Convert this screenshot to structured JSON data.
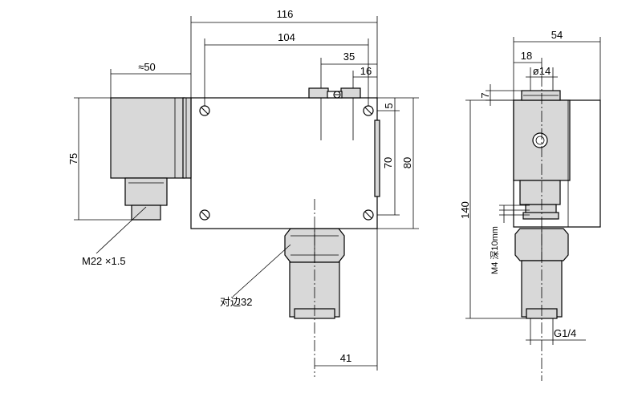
{
  "front_view": {
    "dims": {
      "width_overall": "116",
      "screw_spacing": "104",
      "offset_35": "35",
      "offset_16": "16",
      "top_5": "5",
      "height_70": "70",
      "height_80": "80",
      "connector_width": "≈50",
      "connector_height": "75",
      "bottom_41": "41"
    },
    "callouts": {
      "cable_thread": "M22 ×1.5",
      "hex_size": "对边32"
    }
  },
  "side_view": {
    "dims": {
      "width_54": "54",
      "offset_18": "18",
      "dia_14": "ø14",
      "top_7": "7",
      "height_140": "140",
      "screw": "M4 深10mm",
      "port_thread": "G1/4"
    }
  }
}
